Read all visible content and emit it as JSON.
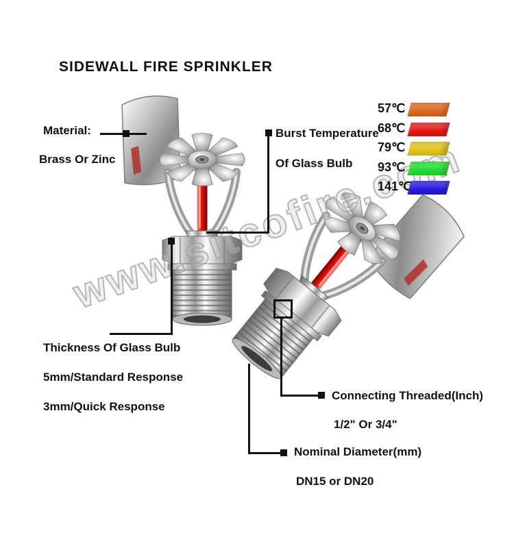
{
  "title": "SIDEWALL FIRE SPRINKLER",
  "watermark": "www.sitcofire.com",
  "legend": {
    "items": [
      {
        "label": "57℃",
        "color": "#dd671d"
      },
      {
        "label": "68℃",
        "color": "#e51510"
      },
      {
        "label": "79℃",
        "color": "#dfc413"
      },
      {
        "label": "93℃",
        "color": "#1fdd2e"
      },
      {
        "label": "141℃",
        "color": "#2617e0"
      }
    ]
  },
  "callouts": {
    "material": {
      "line1": "Material:",
      "line2": "Brass Or Zinc"
    },
    "burst_temperature": {
      "line1": "Burst Temperature",
      "line2": "Of Glass Bulb"
    },
    "glass_bulb_thickness": {
      "line1": "Thickness Of Glass Bulb",
      "line2": "5mm/Standard Response",
      "line3": "3mm/Quick Response"
    },
    "connecting_thread": {
      "line1": "Connecting Threaded(Inch)",
      "line2": "1/2\" Or 3/4\""
    },
    "nominal_diameter": {
      "line1": "Nominal Diameter(mm)",
      "line2": "DN15 or DN20"
    }
  }
}
